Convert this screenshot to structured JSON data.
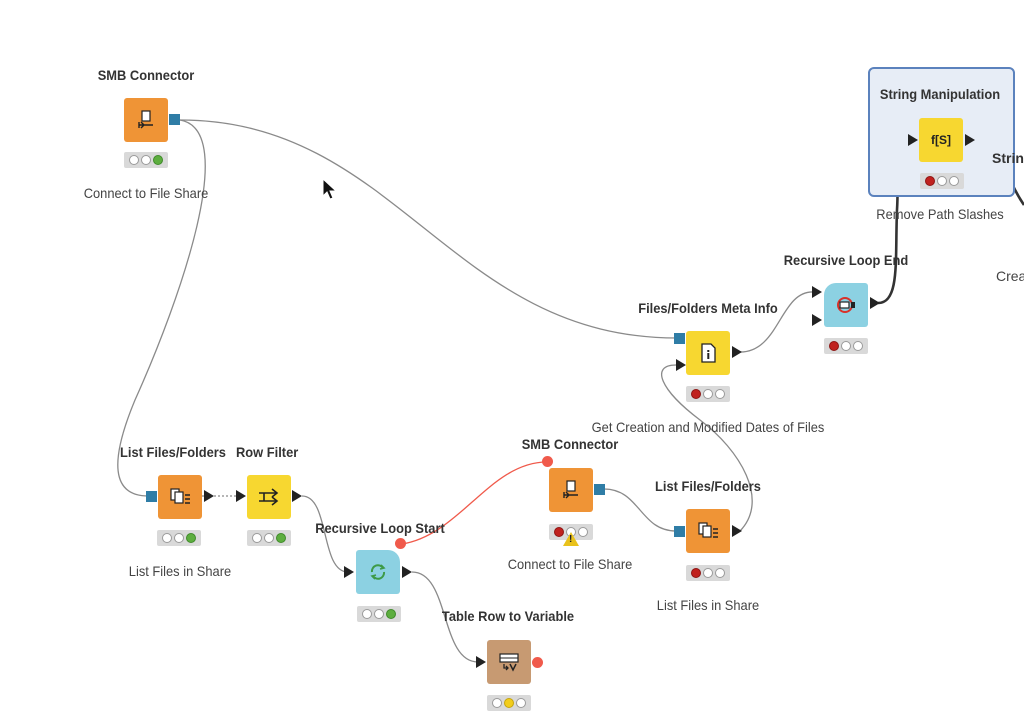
{
  "nodes": {
    "smb1": {
      "title": "SMB Connector",
      "label": "Connect to File Share"
    },
    "list1": {
      "title": "List Files/Folders",
      "label": "List Files in Share"
    },
    "rowfilter": {
      "title": "Row Filter"
    },
    "loopstart": {
      "title": "Recursive Loop Start"
    },
    "smb2": {
      "title": "SMB Connector",
      "label": "Connect to File Share"
    },
    "list2": {
      "title": "List Files/Folders",
      "label": "List Files in Share"
    },
    "tablerow": {
      "title": "Table Row to Variable"
    },
    "metainfo": {
      "title": "Files/Folders Meta Info",
      "label": "Get Creation and Modified Dates of Files"
    },
    "loopend": {
      "title": "Recursive Loop End"
    },
    "stringmanip": {
      "title": "String Manipulation",
      "label": "Remove Path Slashes",
      "icon": "f[S]"
    }
  },
  "clipped": {
    "title_fragment": "Strin",
    "label_fragment": "Crea"
  },
  "colors": {
    "source": "#ef9436",
    "manipulator": "#f7d730",
    "loop": "#8cd1e2",
    "other": "#c79a72",
    "selection_border": "#5b82bd",
    "variable_port": "#f05a4b"
  },
  "icons": {
    "smb": "file-connector-icon",
    "list": "list-files-icon",
    "rowfilter": "row-filter-icon",
    "loopstart": "loop-start-icon",
    "loopend": "loop-end-icon",
    "tablerow": "table-to-variable-icon",
    "metainfo": "info-icon",
    "warning": "warning-icon",
    "cursor": "mouse-cursor-icon"
  }
}
